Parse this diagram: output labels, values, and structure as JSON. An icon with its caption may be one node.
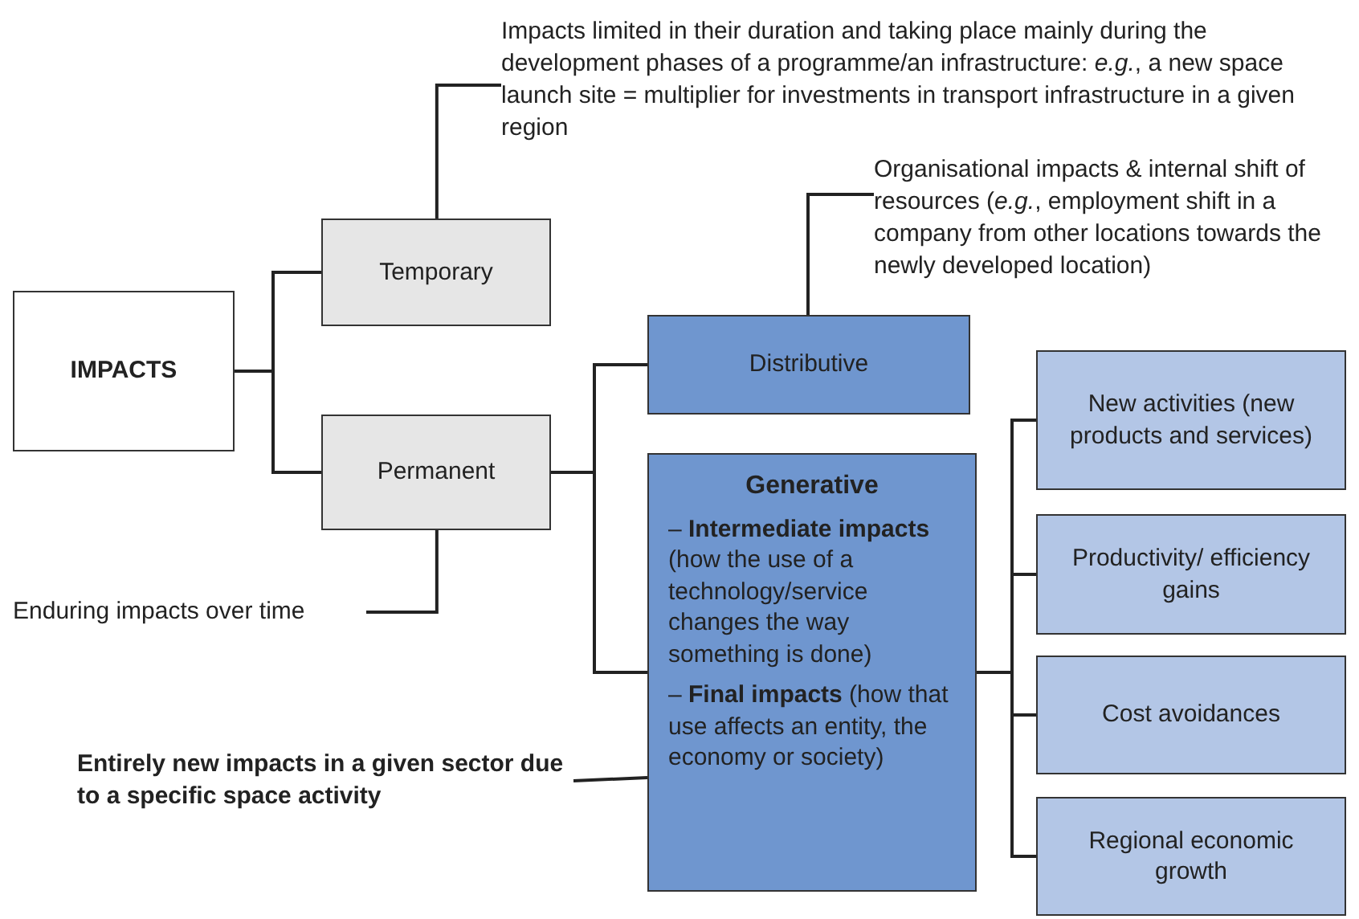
{
  "diagram": {
    "nodes": [
      {
        "text": [
          "IMPACTS"
        ]
      },
      {
        "text": [
          "Temporary"
        ]
      },
      {
        "text": [
          "Permanent"
        ]
      },
      {
        "text": [
          "Impacts limited in their duration and taking place mainly during the development phases of a programme/an infrastructure: *e.g.*, a new space launch site = multiplier for investments in transport infrastructure in a given region"
        ]
      },
      {
        "text": [
          "Enduring impacts over time"
        ]
      },
      {
        "text": [
          "Distributive"
        ]
      },
      {
        "text": [
          "Organisational impacts & internal shift of resources (*e.g.*, employment shift in a company from other locations towards the newly developed location)"
        ]
      },
      {
        "text": [
          "Generative",
          "– **Intermediate impacts** (how the use of a technology/service changes the way something is done)",
          "– **Final impacts** (how that use affects an entity, the economy or society)"
        ]
      },
      {
        "text": [
          "Entirely new impacts in a given sector due to a specific space activity"
        ]
      },
      {
        "text": [
          "New activities (new products and services)"
        ]
      },
      {
        "text": [
          "Productivity/ efficiency gains"
        ]
      },
      {
        "text": [
          "Cost avoidances"
        ]
      },
      {
        "text": [
          "Regional economic growth"
        ]
      }
    ],
    "edges": [
      {
        "from": 0,
        "to": 1,
        "arrow": "none"
      },
      {
        "from": 0,
        "to": 2,
        "arrow": "none"
      },
      {
        "from": 1,
        "to": 3,
        "arrow": "none"
      },
      {
        "from": 2,
        "to": 4,
        "arrow": "none"
      },
      {
        "from": 2,
        "to": 5,
        "arrow": "none"
      },
      {
        "from": 2,
        "to": 7,
        "arrow": "none"
      },
      {
        "from": 5,
        "to": 6,
        "arrow": "none"
      },
      {
        "from": 8,
        "to": 7,
        "arrow": "none"
      },
      {
        "from": 7,
        "to": 9,
        "arrow": "none"
      },
      {
        "from": 7,
        "to": 10,
        "arrow": "none"
      },
      {
        "from": 7,
        "to": 11,
        "arrow": "none"
      },
      {
        "from": 7,
        "to": 12,
        "arrow": "none"
      }
    ]
  }
}
